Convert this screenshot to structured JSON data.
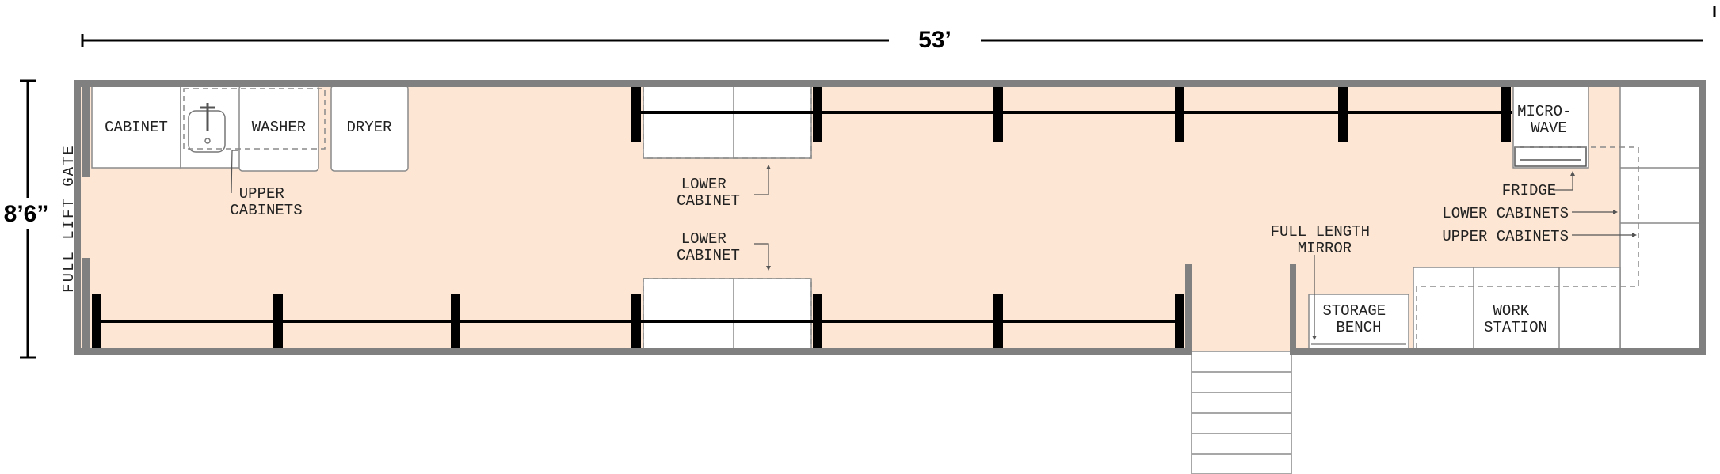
{
  "dimensions": {
    "length": "53’",
    "height": "8’6”"
  },
  "labels": {
    "full_lift_gate": "FULL LIFT GATE",
    "cabinet": "CABINET",
    "washer": "WASHER",
    "dryer": "DRYER",
    "upper_cabinets_left": [
      "UPPER",
      "CABINETS"
    ],
    "lower_cabinet_top": [
      "LOWER",
      "CABINET"
    ],
    "lower_cabinet_mid": [
      "LOWER",
      "CABINET"
    ],
    "full_length_mirror": [
      "FULL LENGTH",
      "MIRROR"
    ],
    "storage_bench": [
      "STORAGE",
      "BENCH"
    ],
    "work_station": [
      "WORK",
      "STATION"
    ],
    "microwave": [
      "MICRO-",
      "WAVE"
    ],
    "fridge": "FRIDGE",
    "lower_cabinets_right": "LOWER CABINETS",
    "upper_cabinets_right": "UPPER CABINETS"
  },
  "colors": {
    "floor": "#fde7d4",
    "wall": "#808080",
    "rail": "#000000",
    "fixture_stroke": "#8a8a8a"
  }
}
